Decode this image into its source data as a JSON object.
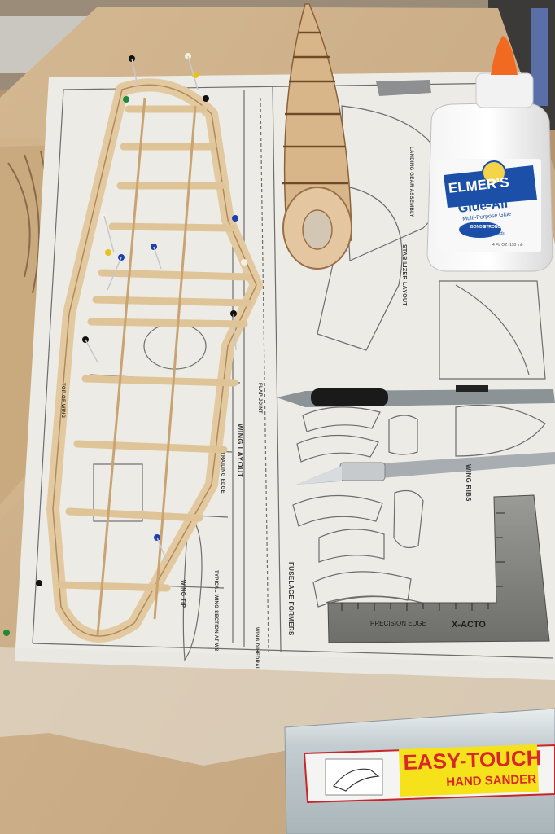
{
  "photo": {
    "subject": "balsa model airplane wing and fuselage under construction on printed plans"
  },
  "glue_bottle": {
    "brand": "ELMER'S",
    "product": "Glue-All",
    "subtitle": "Multi-Purpose Glue",
    "badge_line1": "BONDS",
    "badge_line2": "STRONG",
    "tagline": "For All Your Needs!",
    "size": "4 FL OZ (118 ml)"
  },
  "square": {
    "brand": "X-ACTO",
    "edge_label": "PRECISION EDGE"
  },
  "sander": {
    "brand": "EASY-TOUCH",
    "product": "HAND SANDER"
  },
  "plan_labels": {
    "wing_layout": "WING LAYOUT",
    "wing_tip": "WING TIP",
    "wing_ribs": "WING RIBS",
    "fuselage_formers": "FUSELAGE FORMERS",
    "stabilizer_layout": "STABILIZER LAYOUT",
    "landing_gear": "LANDING GEAR ASSEMBLY",
    "trailing_edge": "TRAILING EDGE",
    "top_of_wing": "TOP OF WING",
    "flap_joint": "FLAP JOINT",
    "typical_wing_section": "TYPICAL WING SECTION AT W8",
    "wing_dihedral": "WING DIHEDRAL"
  },
  "colors": {
    "board": "#c9ad88",
    "plan_paper": "#ecebe6",
    "balsa": "#e3c9a0",
    "glue_orange": "#f26a21",
    "elmers_blue": "#1b4fa8",
    "sander_yellow": "#f6e21a",
    "sander_red": "#d8262a"
  }
}
